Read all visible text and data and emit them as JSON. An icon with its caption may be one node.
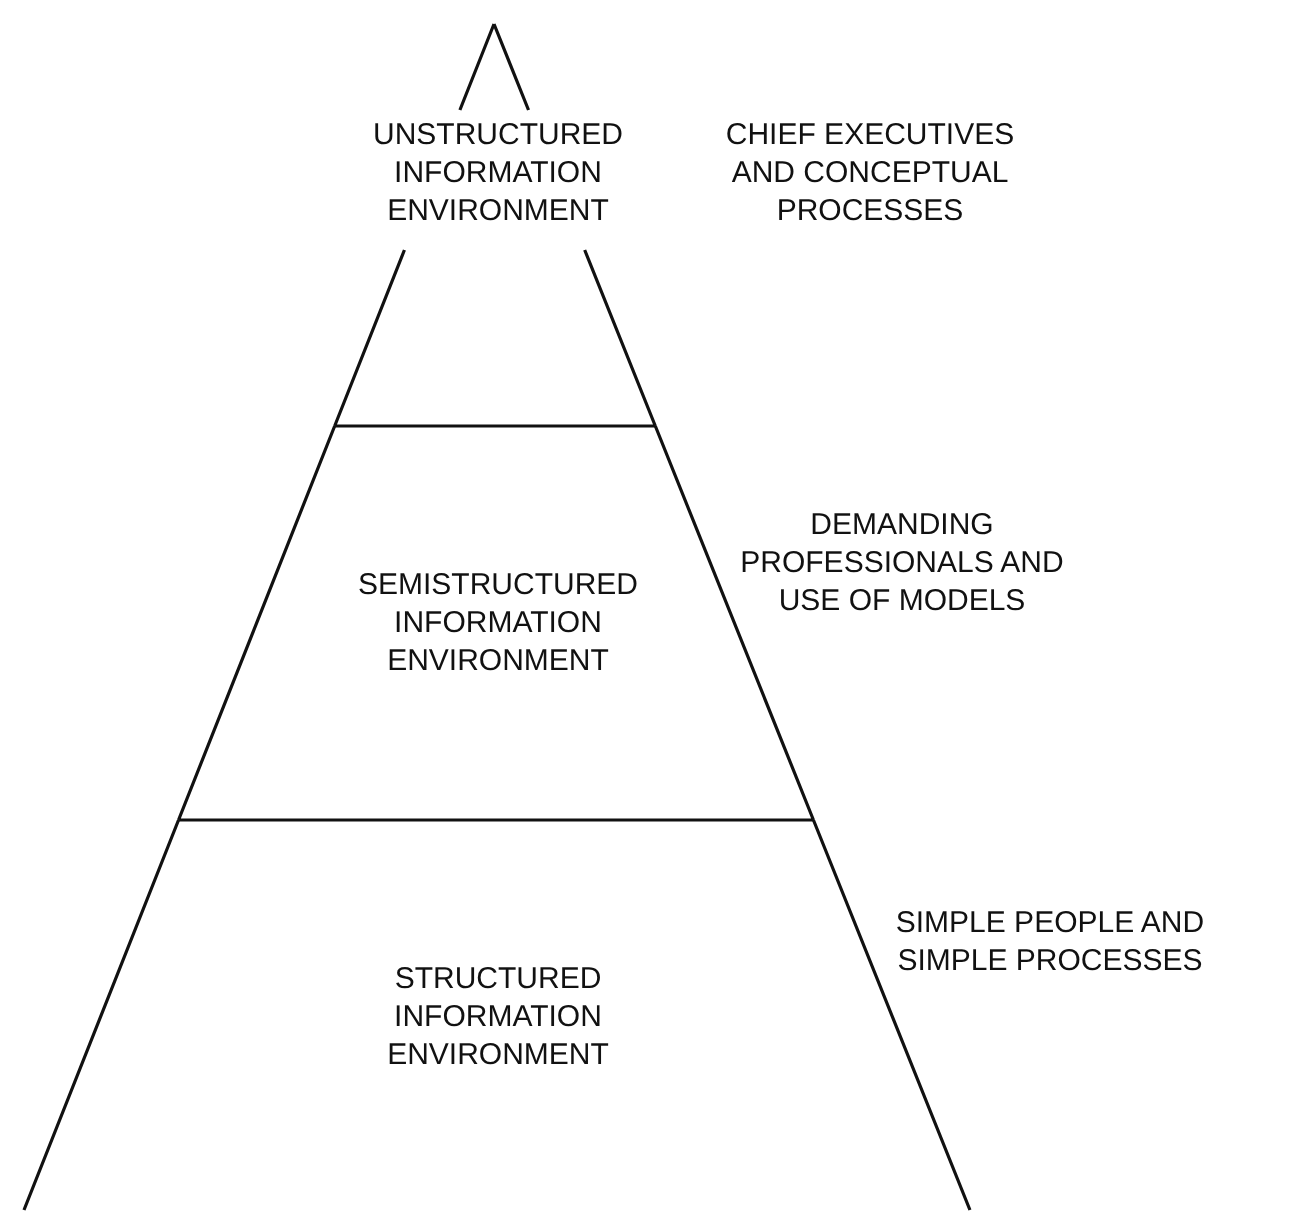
{
  "diagram": {
    "nodes": [
      {
        "text": [
          "UNSTRUCTURED INFORMATION ENVIRONMENT"
        ],
        "beside": [
          "CHIEF EXECUTIVES AND CONCEPTUAL PROCESSES"
        ]
      },
      {
        "text": [
          "SEMISTRUCTURED INFORMATION ENVIRONMENT"
        ],
        "beside": [
          "DEMANDING PROFESSIONALS AND USE OF MODELS"
        ]
      },
      {
        "text": [
          "STRUCTURED INFORMATION ENVIRONMENT"
        ],
        "beside": [
          "SIMPLE PEOPLE AND SIMPLE PROCESSES"
        ]
      }
    ]
  }
}
